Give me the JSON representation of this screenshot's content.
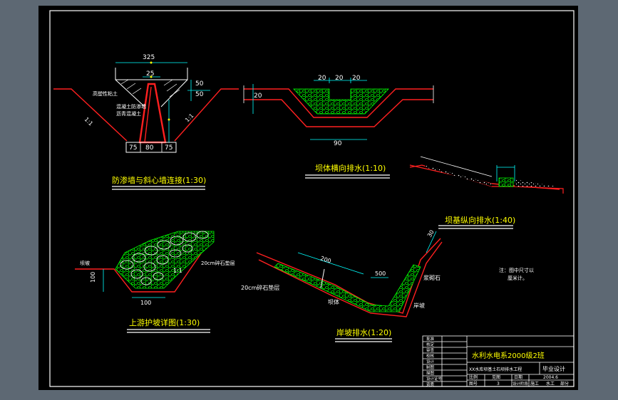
{
  "colors": {
    "background": "#5d6873",
    "sheet": "#000000",
    "frame": "#ffffff",
    "concrete": "#ff2020",
    "dimension": "#00ffff",
    "gravel": "#00ff00",
    "title_text": "#ffff00",
    "note_text": "#ffffff"
  },
  "detail_seepage_wall": {
    "title": "防渗墙与斜心墙连接(1:30)",
    "dim_top": "325",
    "dim_core_top": "25",
    "dim_side_1": "50",
    "dim_side_2": "50",
    "dim_base_left": "75",
    "dim_base_mid": "80",
    "dim_base_right": "75",
    "label_clay": "高塑性粘土",
    "label_wall": "混凝土防渗墙",
    "label_core": "沥青混凝土",
    "slope_left": "1:1",
    "slope_right": "1:1"
  },
  "detail_transverse_drain": {
    "title": "坝体横向排水(1:10)",
    "dim_top_1": "20",
    "dim_top_2": "20",
    "dim_top_3": "20",
    "dim_depth": "20",
    "dim_width": "90"
  },
  "detail_longitudinal_drain": {
    "title": "坝基纵向排水(1:40)"
  },
  "detail_upstream_slope": {
    "title": "上游护坡详图(1:30)",
    "label_water": "坝坡",
    "label_gravel": "20cm碎石垫层",
    "dim_height": "100",
    "dim_base": "100",
    "slope": "1:1"
  },
  "detail_bank_drain": {
    "title": "岸坡排水(1:20)",
    "dim_length": "200",
    "dim_gap": "500",
    "dim_angle": "30",
    "label_gravel": "20cm碎石垫层",
    "label_rock": "浆砌石",
    "label_dam": "坝体",
    "label_bank": "岸坡"
  },
  "note": {
    "line1": "注：图中尺寸以",
    "line2": "厘米计。"
  },
  "title_block": {
    "project": "水利水电系2000级2班",
    "drawing": "XX水库坝基土石坝排水工程",
    "type": "毕业设计",
    "left_rows": [
      "批准",
      "核定",
      "审查",
      "校核",
      "设计",
      "制图",
      "描图",
      "设计证号",
      "资质"
    ],
    "scale_label": "比例",
    "scale_value": "见图",
    "date_label": "日期",
    "date_value": "2004.6",
    "sheet_label": "图号",
    "sheet_value": "3",
    "stage_label": "设计阶段",
    "stage_value": "施工",
    "part_label": "水工",
    "part_value": "部分"
  }
}
